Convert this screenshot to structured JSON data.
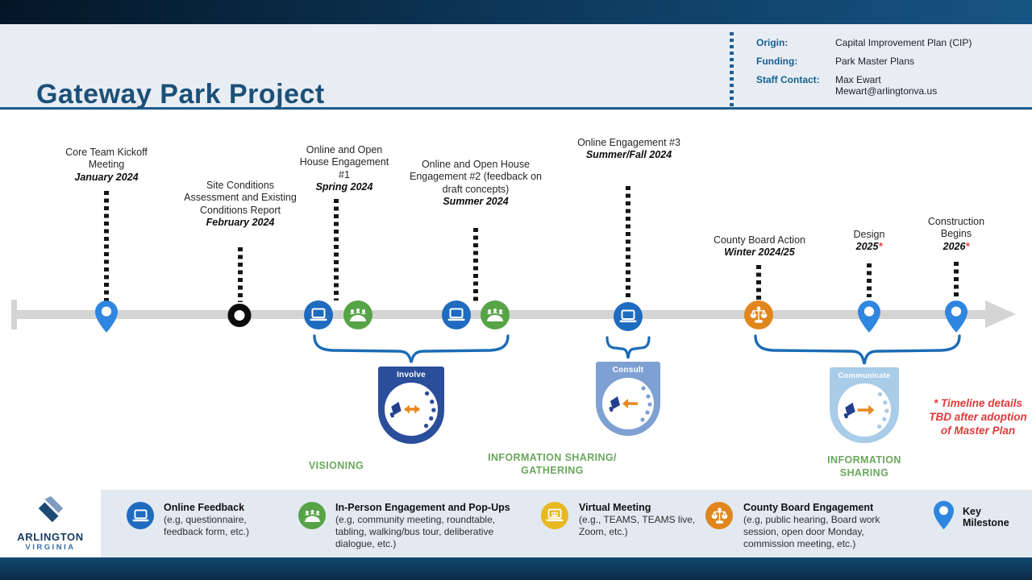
{
  "header": {
    "title": "Gateway Park Project",
    "info": {
      "origin_label": "Origin:",
      "origin_value": "Capital Improvement Plan (CIP)",
      "funding_label": "Funding:",
      "funding_value": "Park Master Plans",
      "staff_label": "Staff Contact:",
      "staff_name": "Max Ewart",
      "staff_email": "Mewart@arlingtonva.us"
    }
  },
  "timeline": {
    "milestones": [
      {
        "title": "Core Team Kickoff Meeting",
        "date": "January 2024",
        "icons": [
          "key-milestone-pin"
        ]
      },
      {
        "title": "Site Conditions Assessment and Existing Conditions Report",
        "date": "February 2024",
        "icons": [
          "open-circle-marker"
        ]
      },
      {
        "title": "Online and Open House Engagement #1",
        "date": "Spring 2024",
        "icons": [
          "online-feedback",
          "in-person-engagement"
        ]
      },
      {
        "title": "Online and Open House Engagement #2 (feedback on draft concepts)",
        "date": "Summer 2024",
        "icons": [
          "online-feedback",
          "in-person-engagement"
        ]
      },
      {
        "title": "Online Engagement #3",
        "date": "Summer/Fall 2024",
        "icons": [
          "online-feedback"
        ]
      },
      {
        "title": "County Board Action",
        "date": "Winter 2024/25",
        "icons": [
          "county-board-engagement"
        ]
      },
      {
        "title": "Design",
        "date": "2025",
        "asterisk": "*",
        "icons": [
          "key-milestone-pin"
        ]
      },
      {
        "title": "Construction Begins",
        "date": "2026",
        "asterisk": "*",
        "icons": [
          "key-milestone-pin"
        ]
      }
    ],
    "phases": [
      {
        "badge": "Involve",
        "label": "VISIONING"
      },
      {
        "badge": "Consult",
        "label": "INFORMATION SHARING/ GATHERING"
      },
      {
        "badge": "Communicate",
        "label": "INFORMATION SHARING"
      }
    ],
    "note": "* Timeline details TBD after adoption of Master Plan"
  },
  "legend": {
    "items": [
      {
        "icon": "online-feedback-icon",
        "title": "Online Feedback",
        "desc": "(e.g, questionnaire, feedback form, etc.)"
      },
      {
        "icon": "in-person-icon",
        "title": "In-Person Engagement and Pop-Ups",
        "desc": "(e.g, community meeting, roundtable, tabling, walking/bus tour, deliberative dialogue, etc.)"
      },
      {
        "icon": "virtual-meeting-icon",
        "title": "Virtual Meeting",
        "desc": "(e.g., TEAMS, TEAMS live, Zoom, etc.)"
      },
      {
        "icon": "county-board-icon",
        "title": "County Board Engagement",
        "desc": "(e.g, public hearing, Board work session, open door Monday, commission meeting, etc.)"
      },
      {
        "icon": "key-milestone-icon",
        "title": "Key Milestone",
        "desc": ""
      }
    ]
  },
  "logo": {
    "line1": "ARLINGTON",
    "line2": "VIRGINIA"
  },
  "colors": {
    "navy_bar": "#0d3a5e",
    "header_bg": "#e8edf4",
    "title_text": "#1b5078",
    "timeline_gray": "#d4d4d4",
    "online_blue": "#1e6bc0",
    "inperson_green": "#57a446",
    "board_orange": "#e0861c",
    "virtual_yellow": "#e9b71f",
    "pin_blue": "#2f86e0",
    "brace_blue": "#1b6cb5",
    "involve_navy": "#2b4e9b",
    "consult_blue": "#7fa0d2",
    "communicate_blue": "#a9cce9",
    "phase_green": "#69a75b",
    "note_red": "#e03a3a"
  }
}
